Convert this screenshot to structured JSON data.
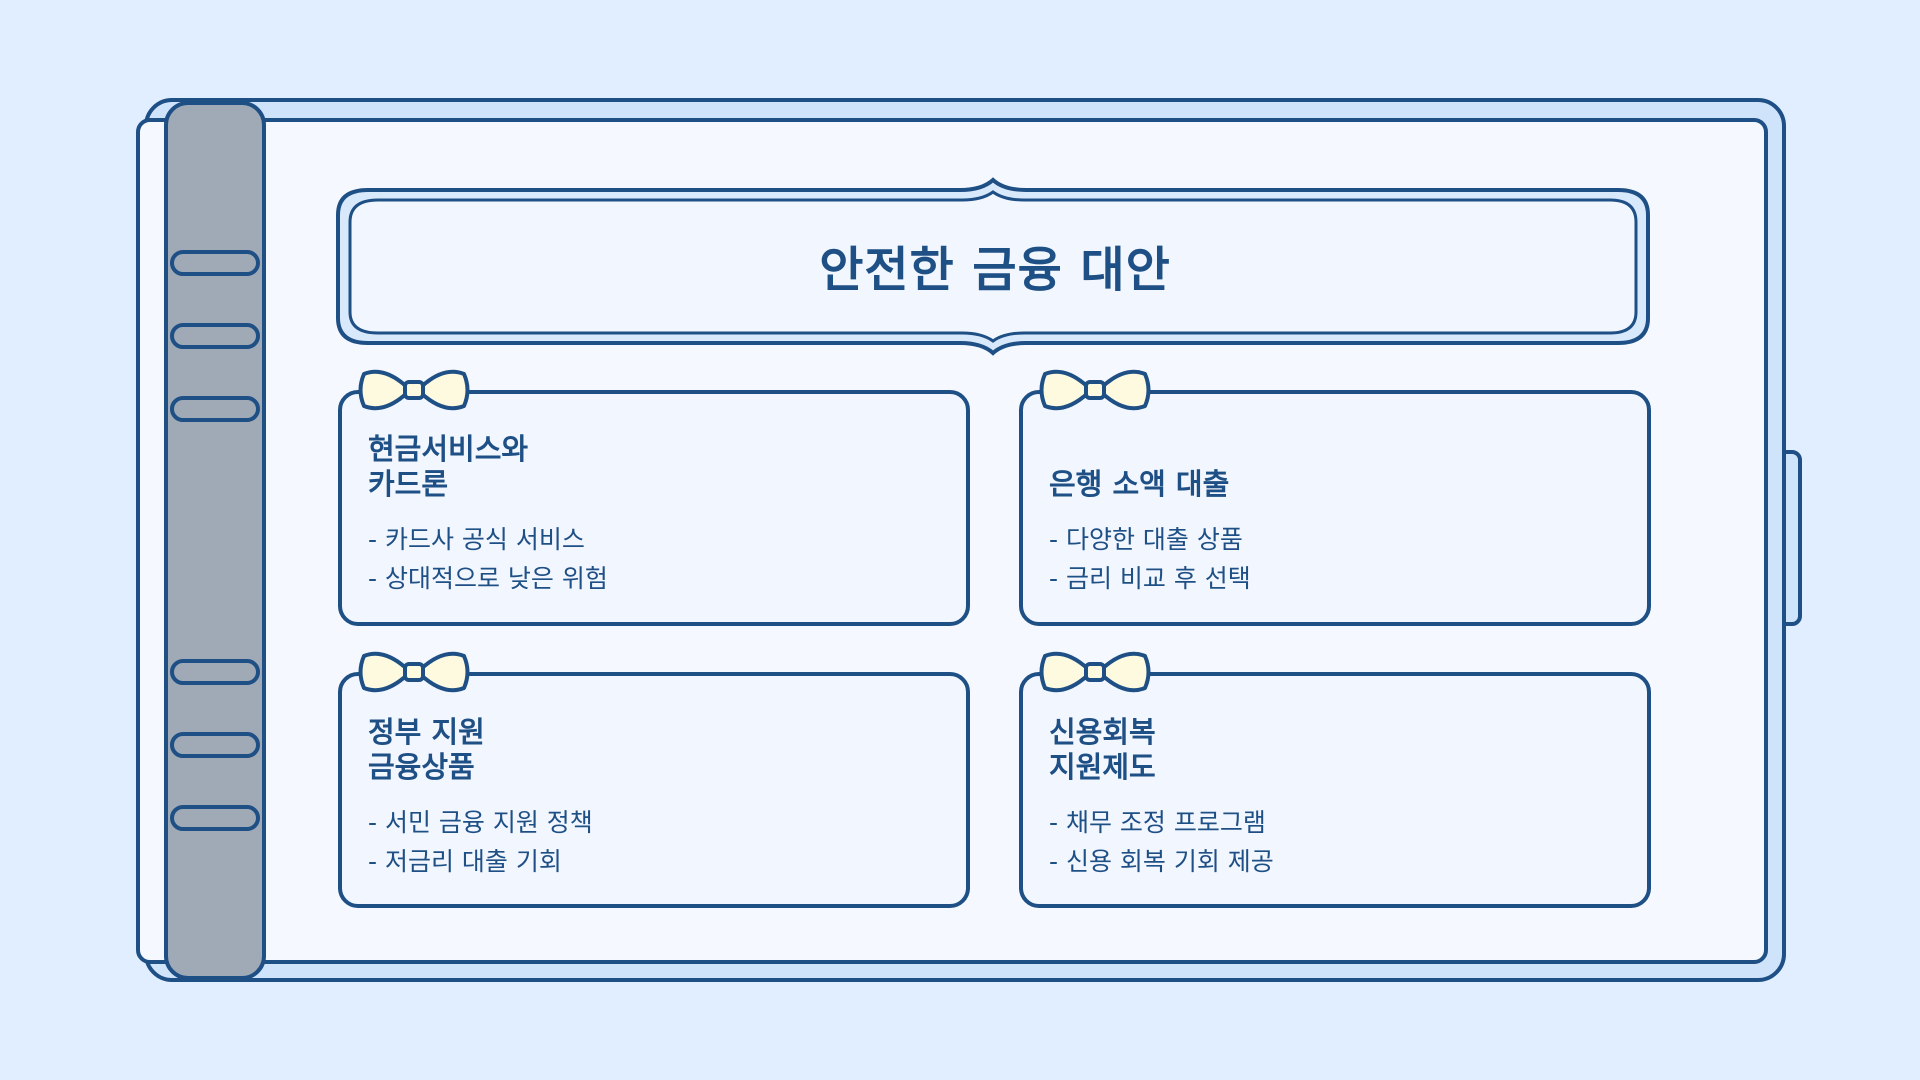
{
  "page": {
    "title": "안전한 금융 대안"
  },
  "cards": [
    {
      "heading": "현금서비스와\n카드론",
      "items": [
        "- 카드사 공식 서비스",
        "- 상대적으로 낮은 위험"
      ]
    },
    {
      "heading": "은행 소액 대출",
      "items": [
        "- 다양한 대출 상품",
        "- 금리 비교 후 선택"
      ]
    },
    {
      "heading": "정부 지원\n금융상품",
      "items": [
        "- 서민 금융 지원 정책",
        "- 저금리 대출 기회"
      ]
    },
    {
      "heading": "신용회복\n지원제도",
      "items": [
        "- 채무 조정 프로그램",
        "- 신용 회복 기회 제공"
      ]
    }
  ],
  "colors": {
    "background": "#e1eeff",
    "outline": "#1e4f85",
    "page": "#f5f9ff",
    "cover": "#cfe3fb",
    "spine": "#a0aab6",
    "bow": "#fdfae0"
  },
  "icons": [
    "ring-binder-spine",
    "binder-ring-icon",
    "bow-icon",
    "tab-icon"
  ]
}
